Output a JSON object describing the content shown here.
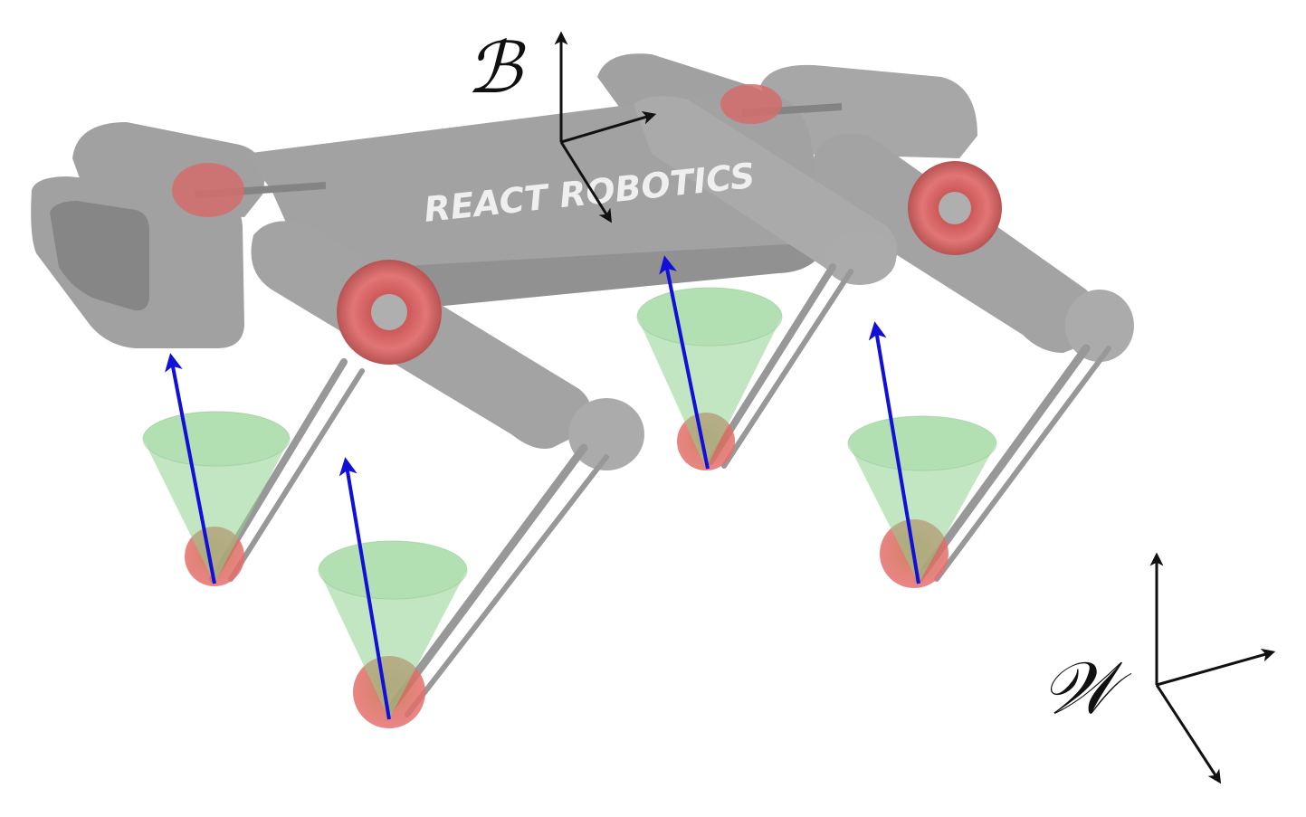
{
  "frames": {
    "body_label": "ℬ",
    "world_label": "𝒲"
  },
  "robot": {
    "logo_text": "REACT ROBOTICS"
  },
  "colors": {
    "robot_body": "#9a9a9a",
    "robot_body_dark": "#7e7e7e",
    "motor_red": "#e06060",
    "foot_red": "#e05a5a",
    "friction_cone": "#8fd08f",
    "force_vector": "#1010d8",
    "axis": "#111111"
  },
  "feet": [
    {
      "id": "front-left"
    },
    {
      "id": "front-right"
    },
    {
      "id": "rear-left"
    },
    {
      "id": "rear-right"
    }
  ]
}
